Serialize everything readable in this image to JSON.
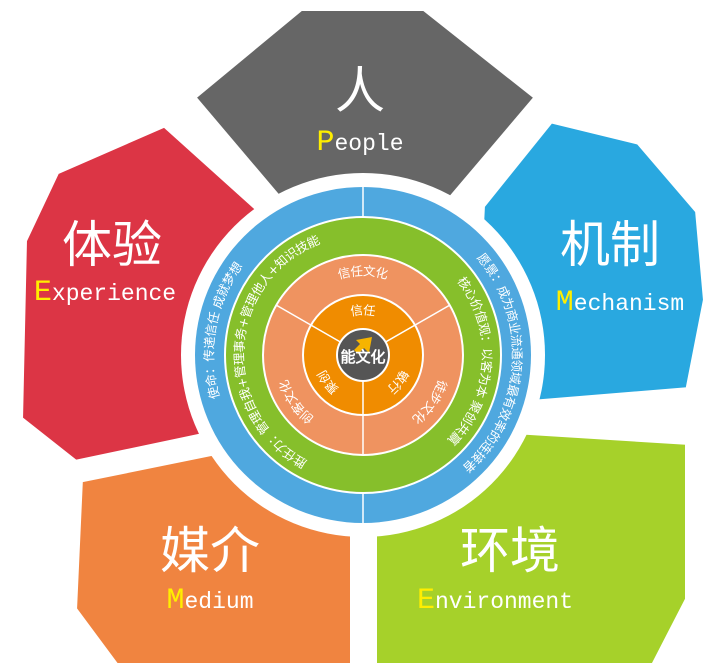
{
  "colors": {
    "people": "#666666",
    "mechanism": "#29a8e0",
    "environment": "#a6d12a",
    "medium": "#f08440",
    "experience": "#dc3545",
    "outer_ring": "#4fa8df",
    "green_ring": "#86bf2b",
    "salmon_ring": "#ef9360",
    "orange_ring": "#f08c00",
    "core": "#555555"
  },
  "segments": {
    "people": {
      "zh": "人",
      "initial": "P",
      "rest": "eople"
    },
    "experience": {
      "zh": "体验",
      "initial": "E",
      "rest": "xperience"
    },
    "mechanism": {
      "zh": "机制",
      "initial": "M",
      "rest": "echanism"
    },
    "medium": {
      "zh": "媒介",
      "initial": "M",
      "rest": "edium"
    },
    "environment": {
      "zh": "环境",
      "initial": "E",
      "rest": "nvironment"
    }
  },
  "core": {
    "label": "能文化",
    "icon": "arrow-up-right-icon"
  },
  "inner_ring": [
    "信任",
    "敏行",
    "聚创"
  ],
  "culture_ring": [
    "信任文化",
    "徒步文化",
    "创客文化"
  ],
  "green_ring": {
    "left": "胜任力：管理自我+管理事务+管理他人+知识技能",
    "right": "核心价值观：以客为本 聚创共赢"
  },
  "blue_ring": {
    "left": "使命：传递信任 成就梦想",
    "right": "愿景：成为商业流通领域最有效率的连接者"
  }
}
